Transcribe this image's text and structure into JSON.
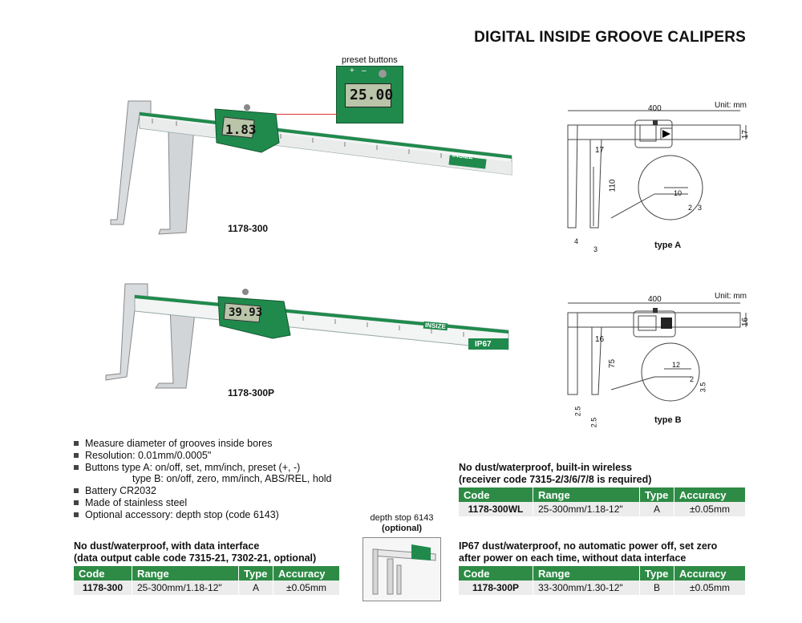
{
  "title": "DIGITAL INSIDE GROOVE CALIPERS",
  "product_a": {
    "model": "1178-300",
    "display": "1.83",
    "callout_label": "preset buttons",
    "callout_plus": "+",
    "callout_minus": "–",
    "callout_display": "25.00",
    "brand": "INSIZE"
  },
  "product_b": {
    "model": "1178-300P",
    "display": "39.93",
    "brand": "INSIZE",
    "rating": "IP67"
  },
  "diagram_a": {
    "unit": "Unit: mm",
    "dim_length": "400",
    "dim_height": "17",
    "dim_jaw_width": "17",
    "dim_depth": "110",
    "detail_w": "10",
    "detail_a": "2",
    "detail_b": "3",
    "tip_a": "4",
    "tip_b": "3",
    "type": "type A"
  },
  "diagram_b": {
    "unit": "Unit: mm",
    "dim_length": "400",
    "dim_height": "16",
    "dim_jaw_width": "16",
    "dim_depth": "75",
    "detail_w": "12",
    "detail_a": "2",
    "detail_b": "3.5",
    "tip_a": "2.5",
    "tip_b": "2.5",
    "type": "type B"
  },
  "features": [
    "Measure diameter of grooves inside bores",
    "Resolution: 0.01mm/0.0005\"",
    "Buttons type A: on/off, set, mm/inch, preset (+, -)",
    "type B: on/off, zero, mm/inch, ABS/REL, hold",
    "Battery CR2032",
    "Made of stainless steel",
    "Optional accessory: depth stop (code 6143)"
  ],
  "depth_stop": {
    "label": "depth stop 6143",
    "optional": "(optional)"
  },
  "tables": {
    "headers": [
      "Code",
      "Range",
      "Type",
      "Accuracy"
    ],
    "t1": {
      "note_1": "No dust/waterproof, with data interface",
      "note_2": "(data output cable code 7315-21, 7302-21, optional)",
      "row": [
        "1178-300",
        "25-300mm/1.18-12\"",
        "A",
        "±0.05mm"
      ]
    },
    "t2": {
      "note_1": "No dust/waterproof, built-in wireless",
      "note_2": "(receiver code 7315-2/3/6/7/8 is required)",
      "row": [
        "1178-300WL",
        "25-300mm/1.18-12\"",
        "A",
        "±0.05mm"
      ]
    },
    "t3": {
      "note_1": "IP67 dust/waterproof, no automatic power off, set zero",
      "note_2": "after power on each time, without data interface",
      "row": [
        "1178-300P",
        "33-300mm/1.30-12\"",
        "B",
        "±0.05mm"
      ]
    }
  },
  "colors": {
    "accent": "#2e8b45",
    "caliper_green": "#1f8a4c",
    "lcd": "#b9c4a8"
  }
}
